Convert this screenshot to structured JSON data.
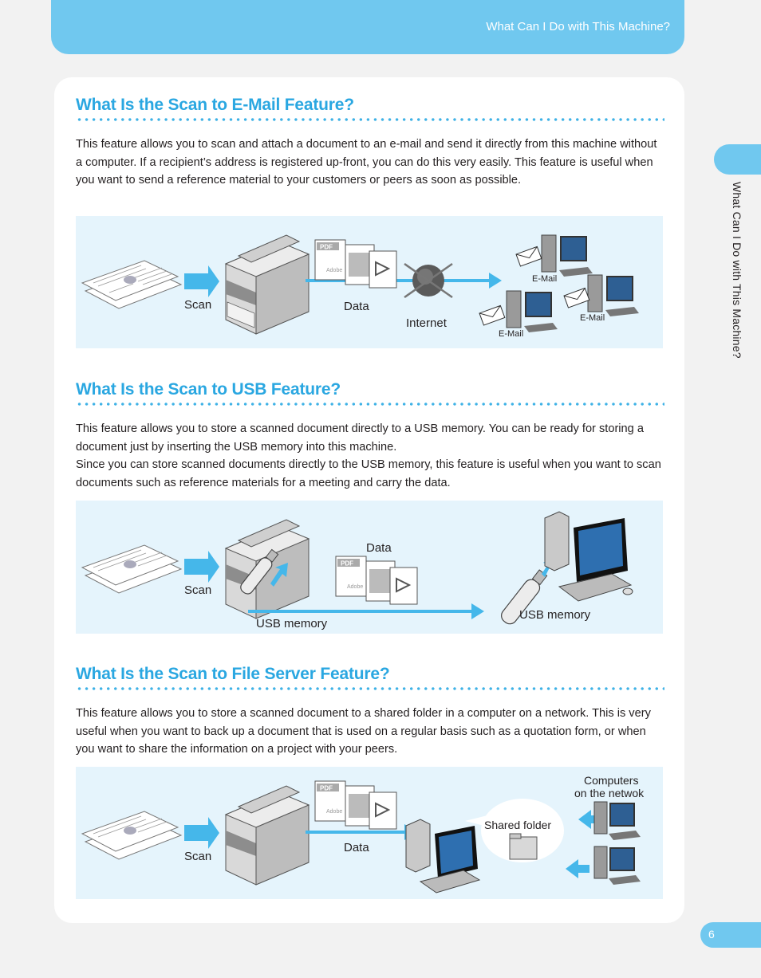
{
  "header": {
    "title": "What Can I Do with This Machine?"
  },
  "side_tab": {
    "label": "What Can I Do with This Machine?"
  },
  "page_number": "6",
  "sections": [
    {
      "title": "What Is the Scan to E-Mail Feature?",
      "paragraphs": [
        "This feature allows you to scan and attach a document to an e-mail and send it directly from this machine without a computer. If a recipient’s address is registered up-front, you can do this very easily. This feature is useful when you want to send a reference material to your customers or peers as soon as possible."
      ],
      "diagram": {
        "scan_label": "Scan",
        "data_label": "Data",
        "internet_label": "Internet",
        "email_labels": [
          "E-Mail",
          "E-Mail",
          "E-Mail"
        ],
        "pdf_badge": "PDF",
        "adobe_text": "Adobe"
      }
    },
    {
      "title": "What Is the Scan to USB Feature?",
      "paragraphs": [
        "This feature allows you to store a scanned document directly to a USB memory. You can be ready for storing a document just by inserting the USB memory into this machine.",
        "Since you can store scanned documents directly to the USB memory, this feature is useful when you want to scan documents such as reference materials for a meeting and carry the data."
      ],
      "diagram": {
        "scan_label": "Scan",
        "data_label": "Data",
        "usb_label_left": "USB memory",
        "usb_label_right": "USB memory",
        "pdf_badge": "PDF",
        "adobe_text": "Adobe"
      }
    },
    {
      "title": "What Is the Scan to File Server Feature?",
      "paragraphs": [
        "This feature allows you to store a scanned document to a shared folder in a computer on a network. This is very useful when you want to back up a document that is used on a regular basis such as a quotation form, or when you want to share the information on a project with your peers."
      ],
      "diagram": {
        "scan_label": "Scan",
        "data_label": "Data",
        "shared_folder_label": "Shared folder",
        "computers_label_line1": "Computers",
        "computers_label_line2": "on the netwok",
        "pdf_badge": "PDF",
        "adobe_text": "Adobe"
      }
    }
  ],
  "colors": {
    "accent": "#2aa7e1",
    "header_band": "#70c8ef",
    "diagram_background": "#e5f4fc",
    "arrow": "#45b7ea"
  }
}
